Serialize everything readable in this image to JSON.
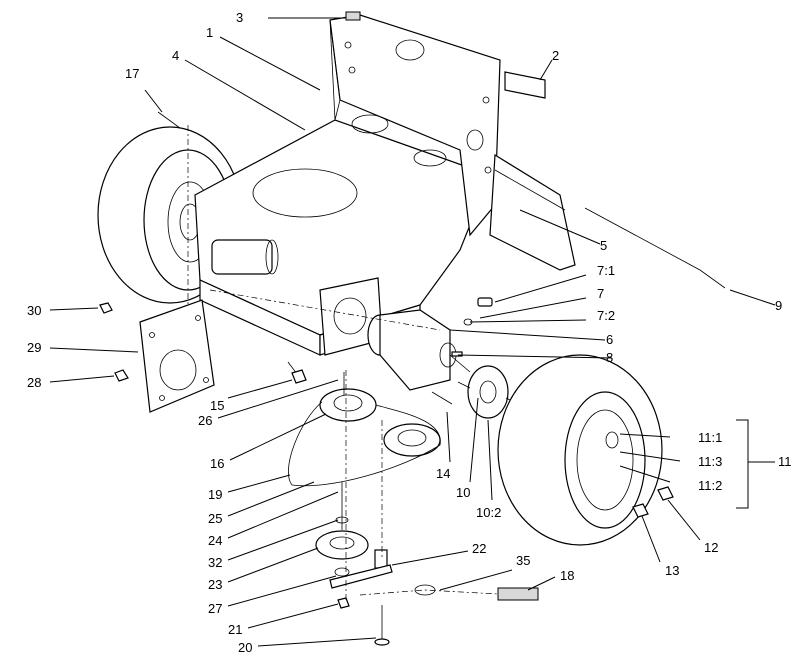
{
  "callouts": [
    {
      "id": "c1",
      "label": "1"
    },
    {
      "id": "c2",
      "label": "2"
    },
    {
      "id": "c3",
      "label": "3"
    },
    {
      "id": "c4",
      "label": "4"
    },
    {
      "id": "c5",
      "label": "5"
    },
    {
      "id": "c6",
      "label": "6"
    },
    {
      "id": "c7",
      "label": "7"
    },
    {
      "id": "c7_1",
      "label": "7:1"
    },
    {
      "id": "c7_2",
      "label": "7:2"
    },
    {
      "id": "c8",
      "label": "8"
    },
    {
      "id": "c9",
      "label": "9"
    },
    {
      "id": "c10",
      "label": "10"
    },
    {
      "id": "c10_2",
      "label": "10:2"
    },
    {
      "id": "c11",
      "label": "11"
    },
    {
      "id": "c11_1",
      "label": "11:1"
    },
    {
      "id": "c11_2",
      "label": "11:2"
    },
    {
      "id": "c11_3",
      "label": "11:3"
    },
    {
      "id": "c12",
      "label": "12"
    },
    {
      "id": "c13",
      "label": "13"
    },
    {
      "id": "c14",
      "label": "14"
    },
    {
      "id": "c15",
      "label": "15"
    },
    {
      "id": "c16",
      "label": "16"
    },
    {
      "id": "c17",
      "label": "17"
    },
    {
      "id": "c18",
      "label": "18"
    },
    {
      "id": "c19",
      "label": "19"
    },
    {
      "id": "c20",
      "label": "20"
    },
    {
      "id": "c21",
      "label": "21"
    },
    {
      "id": "c22",
      "label": "22"
    },
    {
      "id": "c23",
      "label": "23"
    },
    {
      "id": "c24",
      "label": "24"
    },
    {
      "id": "c25",
      "label": "25"
    },
    {
      "id": "c26",
      "label": "26"
    },
    {
      "id": "c27",
      "label": "27"
    },
    {
      "id": "c28",
      "label": "28"
    },
    {
      "id": "c29",
      "label": "29"
    },
    {
      "id": "c30",
      "label": "30"
    },
    {
      "id": "c32",
      "label": "32"
    },
    {
      "id": "c35",
      "label": "35"
    }
  ]
}
